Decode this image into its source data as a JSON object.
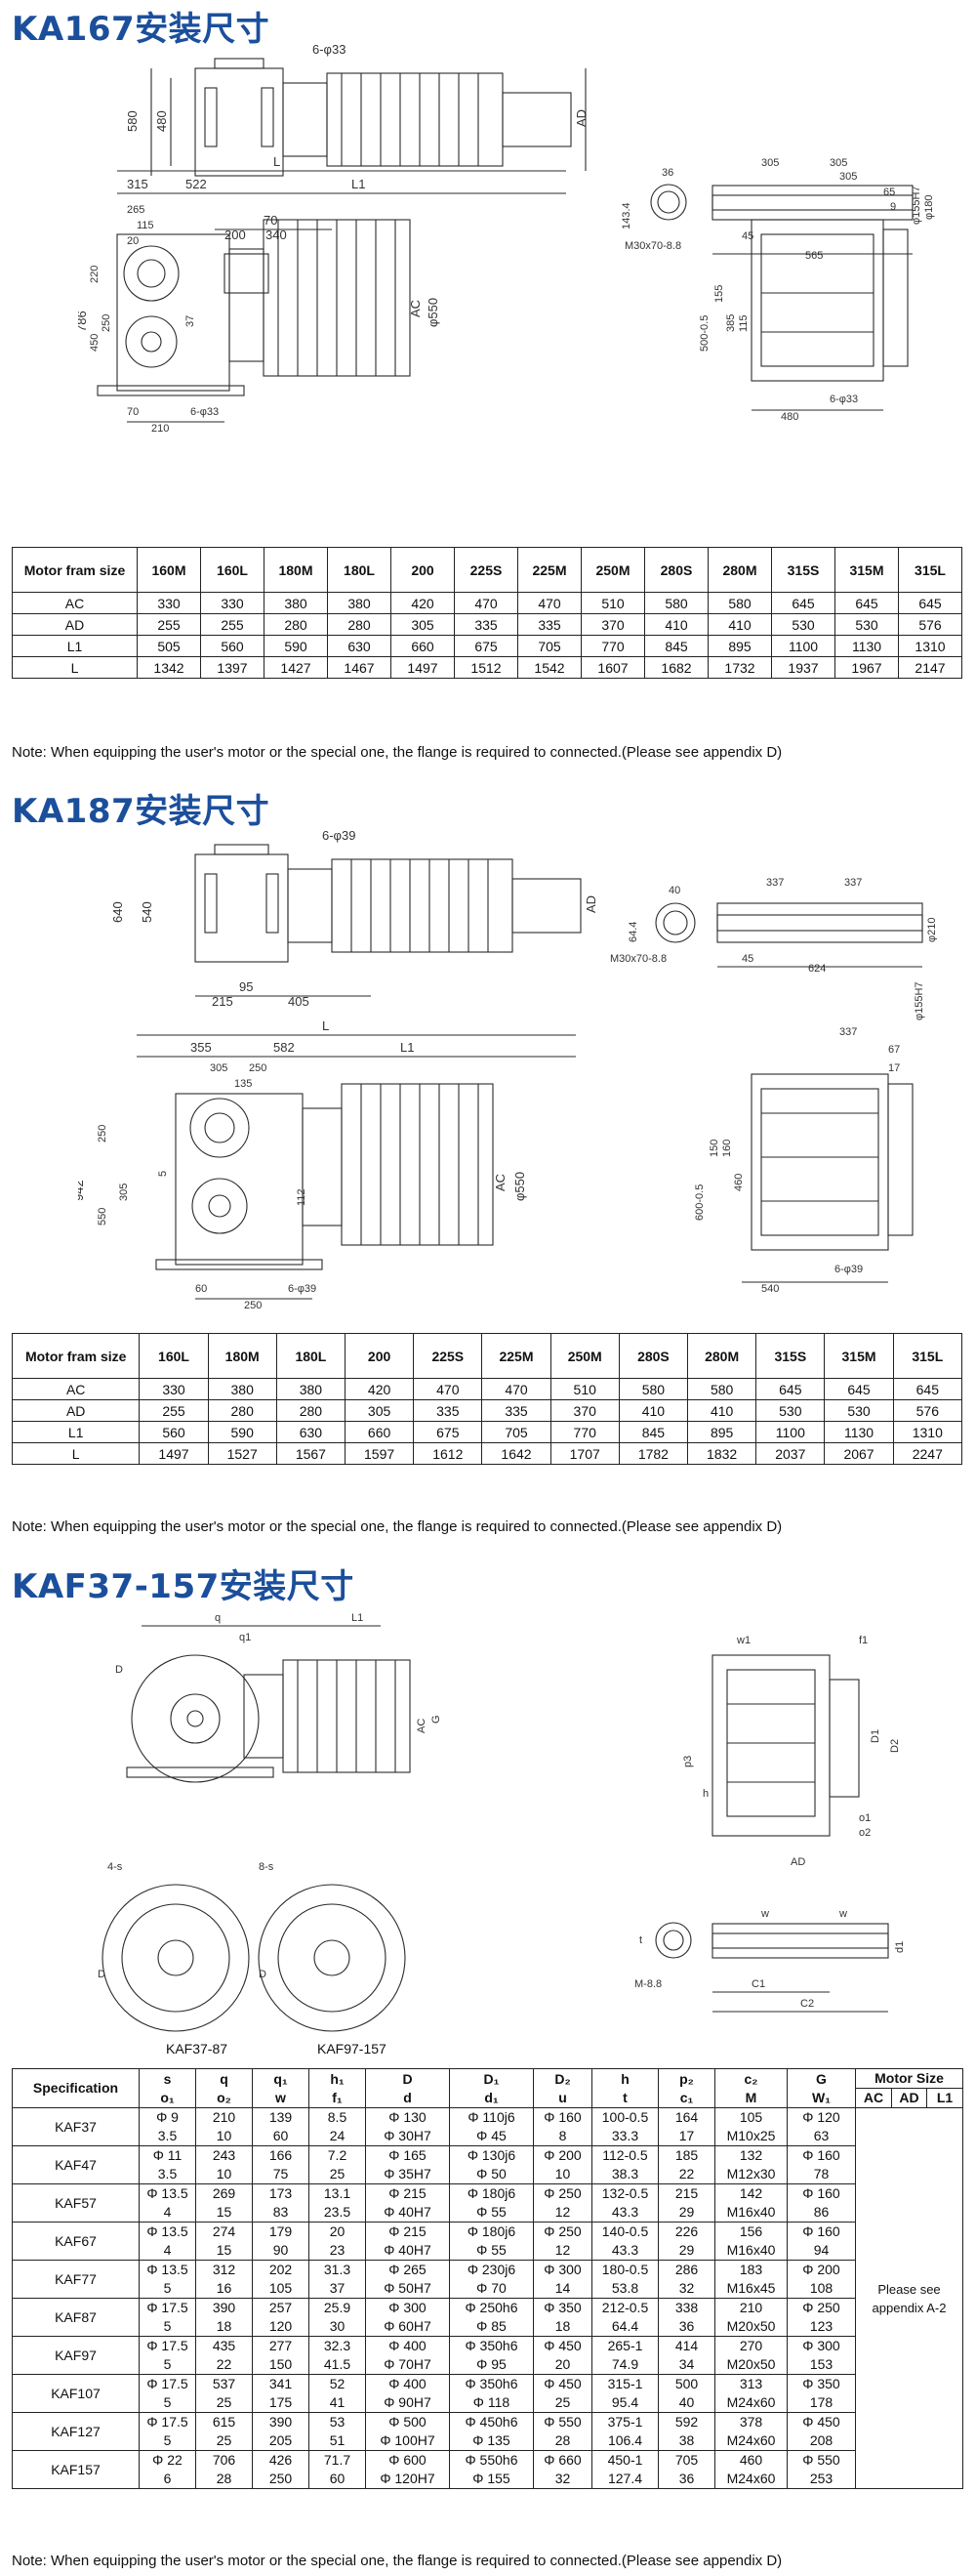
{
  "sections": {
    "ka167": {
      "title": "KA167安装尺寸",
      "columns": [
        "Motor fram size",
        "160M",
        "160L",
        "180M",
        "180L",
        "200",
        "225S",
        "225M",
        "250M",
        "280S",
        "280M",
        "315S",
        "315M",
        "315L"
      ],
      "rows": [
        [
          "AC",
          "330",
          "330",
          "380",
          "380",
          "420",
          "470",
          "470",
          "510",
          "580",
          "580",
          "645",
          "645",
          "645"
        ],
        [
          "AD",
          "255",
          "255",
          "280",
          "280",
          "305",
          "335",
          "335",
          "370",
          "410",
          "410",
          "530",
          "530",
          "576"
        ],
        [
          "L1",
          "505",
          "560",
          "590",
          "630",
          "660",
          "675",
          "705",
          "770",
          "845",
          "895",
          "1100",
          "1130",
          "1310"
        ],
        [
          "L",
          "1342",
          "1397",
          "1427",
          "1467",
          "1497",
          "1512",
          "1542",
          "1607",
          "1682",
          "1732",
          "1937",
          "1967",
          "2147"
        ]
      ],
      "note": "Note: When equipping the user's motor or the special one, the flange is required to connected.(Please see appendix D)",
      "dims": {
        "bolt": "6-φ33",
        "h580": "580",
        "h480": "480",
        "d70": "70",
        "d200": "200",
        "d340": "340",
        "shaft_143": "143.4",
        "shaft_36": "36",
        "shaft_305a": "305",
        "shaft_305b": "305",
        "shaft_180": "φ180",
        "shaft_155": "φ155H7",
        "shaft_45": "45",
        "shaft_565": "565",
        "shaft_thread": "M30x70-8.8",
        "L": "L",
        "L1": "L1",
        "d315": "315",
        "d522": "522",
        "d265": "265",
        "d115": "115",
        "d20": "20",
        "h786": "786",
        "h450": "450",
        "h220": "220",
        "h250": "250",
        "d37": "37",
        "d210": "210",
        "ac": "AC",
        "ad": "AD",
        "phi550": "φ550",
        "r305": "305",
        "r65": "65",
        "r9": "9",
        "r155": "155",
        "r385": "385",
        "r115": "115",
        "r500": "500-0.5",
        "r480": "480"
      }
    },
    "ka187": {
      "title": "KA187安装尺寸",
      "columns": [
        "Motor fram size",
        "160L",
        "180M",
        "180L",
        "200",
        "225S",
        "225M",
        "250M",
        "280S",
        "280M",
        "315S",
        "315M",
        "315L"
      ],
      "rows": [
        [
          "AC",
          "330",
          "380",
          "380",
          "420",
          "470",
          "470",
          "510",
          "580",
          "580",
          "645",
          "645",
          "645"
        ],
        [
          "AD",
          "255",
          "280",
          "280",
          "305",
          "335",
          "335",
          "370",
          "410",
          "410",
          "530",
          "530",
          "576"
        ],
        [
          "L1",
          "560",
          "590",
          "630",
          "660",
          "675",
          "705",
          "770",
          "845",
          "895",
          "1100",
          "1130",
          "1310"
        ],
        [
          "L",
          "1497",
          "1527",
          "1567",
          "1597",
          "1612",
          "1642",
          "1707",
          "1782",
          "1832",
          "2037",
          "2067",
          "2247"
        ]
      ],
      "note": "Note: When equipping the user's motor or the special one, the flange is required to connected.(Please see appendix D)",
      "dims": {
        "bolt": "6-φ39",
        "h640": "640",
        "h540": "540",
        "d95": "95",
        "d215": "215",
        "d405": "405",
        "shaft_40": "40",
        "shaft_64": "64.4",
        "shaft_337a": "337",
        "shaft_337b": "337",
        "shaft_210": "φ210",
        "shaft_155": "φ155H7",
        "shaft_45": "45",
        "shaft_624": "624",
        "shaft_thread": "M30x70-8.8",
        "L": "L",
        "L1": "L1",
        "d355": "355",
        "d582": "582",
        "d305": "305",
        "d250": "250",
        "d135": "135",
        "h942": "942",
        "h550": "550",
        "h250": "250",
        "h305": "305",
        "d5": "5",
        "d112": "112",
        "d60": "60",
        "d250b": "250",
        "ac": "AC",
        "ad": "AD",
        "phi550": "φ550",
        "r337": "337",
        "r67": "67",
        "r17": "17",
        "r150": "150",
        "r160": "160",
        "r460": "460",
        "r600": "600-0.5",
        "r540": "540"
      }
    },
    "kaf": {
      "title": "KAF37-157安装尺寸",
      "dims": {
        "q": "q",
        "q1": "q1",
        "L1": "L1",
        "D": "D",
        "AC": "AC",
        "G": "G",
        "w1": "w1",
        "f1": "f1",
        "p3": "p3",
        "h": "h",
        "D1": "D1",
        "D2": "D2",
        "o1": "o1",
        "o2": "o2",
        "AD": "AD",
        "s4": "4-s",
        "s8": "8-s",
        "w": "w",
        "d1": "d1",
        "M": "M-8.8",
        "C1": "C1",
        "C2": "C2",
        "t": "t"
      },
      "captions": [
        "KAF37-87",
        "KAF97-157"
      ],
      "header_top": [
        "Specification",
        "s",
        "q",
        "q₁",
        "h₁",
        "D",
        "D₁",
        "D₂",
        "h",
        "p₂",
        "c₂",
        "G",
        "Motor Size"
      ],
      "header_bottom": [
        "o₁",
        "o₂",
        "w",
        "f₁",
        "d",
        "d₁",
        "u",
        "t",
        "c₁",
        "M",
        "W₁"
      ],
      "motor_sub": [
        "AC",
        "AD",
        "L1"
      ],
      "rows": [
        {
          "spec": "KAF37",
          "s": [
            "Φ 9",
            "3.5"
          ],
          "q": [
            "210",
            "10"
          ],
          "q1": [
            "139",
            "60"
          ],
          "h1": [
            "8.5",
            "24"
          ],
          "D": [
            "Φ 130",
            "Φ 30H7"
          ],
          "D1": [
            "Φ 110j6",
            "Φ 45"
          ],
          "D2": [
            "Φ 160",
            "8"
          ],
          "h": [
            "100-0.5",
            "33.3"
          ],
          "p2": [
            "164",
            "17"
          ],
          "c2": [
            "105",
            "M10x25"
          ],
          "G": [
            "Φ 120",
            "63"
          ]
        },
        {
          "spec": "KAF47",
          "s": [
            "Φ 11",
            "3.5"
          ],
          "q": [
            "243",
            "10"
          ],
          "q1": [
            "166",
            "75"
          ],
          "h1": [
            "7.2",
            "25"
          ],
          "D": [
            "Φ 165",
            "Φ 35H7"
          ],
          "D1": [
            "Φ 130j6",
            "Φ 50"
          ],
          "D2": [
            "Φ 200",
            "10"
          ],
          "h": [
            "112-0.5",
            "38.3"
          ],
          "p2": [
            "185",
            "22"
          ],
          "c2": [
            "132",
            "M12x30"
          ],
          "G": [
            "Φ 160",
            "78"
          ]
        },
        {
          "spec": "KAF57",
          "s": [
            "Φ 13.5",
            "4"
          ],
          "q": [
            "269",
            "15"
          ],
          "q1": [
            "173",
            "83"
          ],
          "h1": [
            "13.1",
            "23.5"
          ],
          "D": [
            "Φ 215",
            "Φ 40H7"
          ],
          "D1": [
            "Φ 180j6",
            "Φ 55"
          ],
          "D2": [
            "Φ 250",
            "12"
          ],
          "h": [
            "132-0.5",
            "43.3"
          ],
          "p2": [
            "215",
            "29"
          ],
          "c2": [
            "142",
            "M16x40"
          ],
          "G": [
            "Φ 160",
            "86"
          ]
        },
        {
          "spec": "KAF67",
          "s": [
            "Φ 13.5",
            "4"
          ],
          "q": [
            "274",
            "15"
          ],
          "q1": [
            "179",
            "90"
          ],
          "h1": [
            "20",
            "23"
          ],
          "D": [
            "Φ 215",
            "Φ 40H7"
          ],
          "D1": [
            "Φ 180j6",
            "Φ 55"
          ],
          "D2": [
            "Φ 250",
            "12"
          ],
          "h": [
            "140-0.5",
            "43.3"
          ],
          "p2": [
            "226",
            "29"
          ],
          "c2": [
            "156",
            "M16x40"
          ],
          "G": [
            "Φ 160",
            "94"
          ]
        },
        {
          "spec": "KAF77",
          "s": [
            "Φ 13.5",
            "5"
          ],
          "q": [
            "312",
            "16"
          ],
          "q1": [
            "202",
            "105"
          ],
          "h1": [
            "31.3",
            "37"
          ],
          "D": [
            "Φ 265",
            "Φ 50H7"
          ],
          "D1": [
            "Φ 230j6",
            "Φ 70"
          ],
          "D2": [
            "Φ 300",
            "14"
          ],
          "h": [
            "180-0.5",
            "53.8"
          ],
          "p2": [
            "286",
            "32"
          ],
          "c2": [
            "183",
            "M16x45"
          ],
          "G": [
            "Φ 200",
            "108"
          ]
        },
        {
          "spec": "KAF87",
          "s": [
            "Φ 17.5",
            "5"
          ],
          "q": [
            "390",
            "18"
          ],
          "q1": [
            "257",
            "120"
          ],
          "h1": [
            "25.9",
            "30"
          ],
          "D": [
            "Φ 300",
            "Φ 60H7"
          ],
          "D1": [
            "Φ 250h6",
            "Φ 85"
          ],
          "D2": [
            "Φ 350",
            "18"
          ],
          "h": [
            "212-0.5",
            "64.4"
          ],
          "p2": [
            "338",
            "36"
          ],
          "c2": [
            "210",
            "M20x50"
          ],
          "G": [
            "Φ 250",
            "123"
          ]
        },
        {
          "spec": "KAF97",
          "s": [
            "Φ 17.5",
            "5"
          ],
          "q": [
            "435",
            "22"
          ],
          "q1": [
            "277",
            "150"
          ],
          "h1": [
            "32.3",
            "41.5"
          ],
          "D": [
            "Φ 400",
            "Φ 70H7"
          ],
          "D1": [
            "Φ 350h6",
            "Φ 95"
          ],
          "D2": [
            "Φ 450",
            "20"
          ],
          "h": [
            "265-1",
            "74.9"
          ],
          "p2": [
            "414",
            "34"
          ],
          "c2": [
            "270",
            "M20x50"
          ],
          "G": [
            "Φ 300",
            "153"
          ]
        },
        {
          "spec": "KAF107",
          "s": [
            "Φ 17.5",
            "5"
          ],
          "q": [
            "537",
            "25"
          ],
          "q1": [
            "341",
            "175"
          ],
          "h1": [
            "52",
            "41"
          ],
          "D": [
            "Φ 400",
            "Φ 90H7"
          ],
          "D1": [
            "Φ 350h6",
            "Φ 118"
          ],
          "D2": [
            "Φ 450",
            "25"
          ],
          "h": [
            "315-1",
            "95.4"
          ],
          "p2": [
            "500",
            "40"
          ],
          "c2": [
            "313",
            "M24x60"
          ],
          "G": [
            "Φ 350",
            "178"
          ]
        },
        {
          "spec": "KAF127",
          "s": [
            "Φ 17.5",
            "5"
          ],
          "q": [
            "615",
            "25"
          ],
          "q1": [
            "390",
            "205"
          ],
          "h1": [
            "53",
            "51"
          ],
          "D": [
            "Φ 500",
            "Φ 100H7"
          ],
          "D1": [
            "Φ 450h6",
            "Φ 135"
          ],
          "D2": [
            "Φ 550",
            "28"
          ],
          "h": [
            "375-1",
            "106.4"
          ],
          "p2": [
            "592",
            "38"
          ],
          "c2": [
            "378",
            "M24x60"
          ],
          "G": [
            "Φ 450",
            "208"
          ]
        },
        {
          "spec": "KAF157",
          "s": [
            "Φ 22",
            "6"
          ],
          "q": [
            "706",
            "28"
          ],
          "q1": [
            "426",
            "250"
          ],
          "h1": [
            "71.7",
            "60"
          ],
          "D": [
            "Φ 600",
            "Φ 120H7"
          ],
          "D1": [
            "Φ 550h6",
            "Φ 155"
          ],
          "D2": [
            "Φ 660",
            "32"
          ],
          "h": [
            "450-1",
            "127.4"
          ],
          "p2": [
            "705",
            "36"
          ],
          "c2": [
            "460",
            "M24x60"
          ],
          "G": [
            "Φ 550",
            "253"
          ]
        }
      ],
      "motor_note": "Please see appendix A-2",
      "note": "Note: When equipping the user's motor or the special one, the flange is required to connected.(Please see appendix D)"
    }
  }
}
